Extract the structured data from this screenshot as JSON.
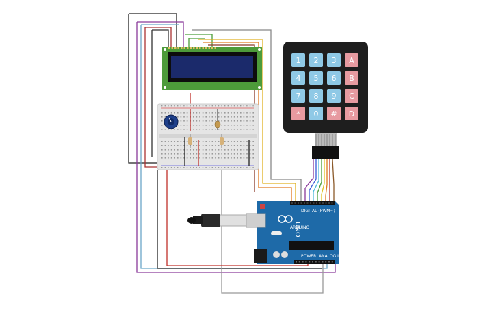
{
  "keypad": {
    "keys": [
      [
        "1",
        "2",
        "3",
        "A"
      ],
      [
        "4",
        "5",
        "6",
        "B"
      ],
      [
        "7",
        "8",
        "9",
        "C"
      ],
      [
        "*",
        "0",
        "#",
        "D"
      ]
    ],
    "colors": {
      "digit": "#8fc9e6",
      "letter": "#e79aa0",
      "body": "#1e1e1e"
    }
  },
  "arduino": {
    "brand": "UNO",
    "maker": "ARDUINO",
    "digital_label": "DIGITAL (PWM~)",
    "power_label": "POWER",
    "analog_label": "ANALOG IN",
    "color": "#1e6aa8"
  },
  "lcd": {
    "color_pcb": "#4d9b3a",
    "color_screen": "#1b2a6b"
  },
  "breadboard": {
    "color": "#e5e5e5"
  }
}
